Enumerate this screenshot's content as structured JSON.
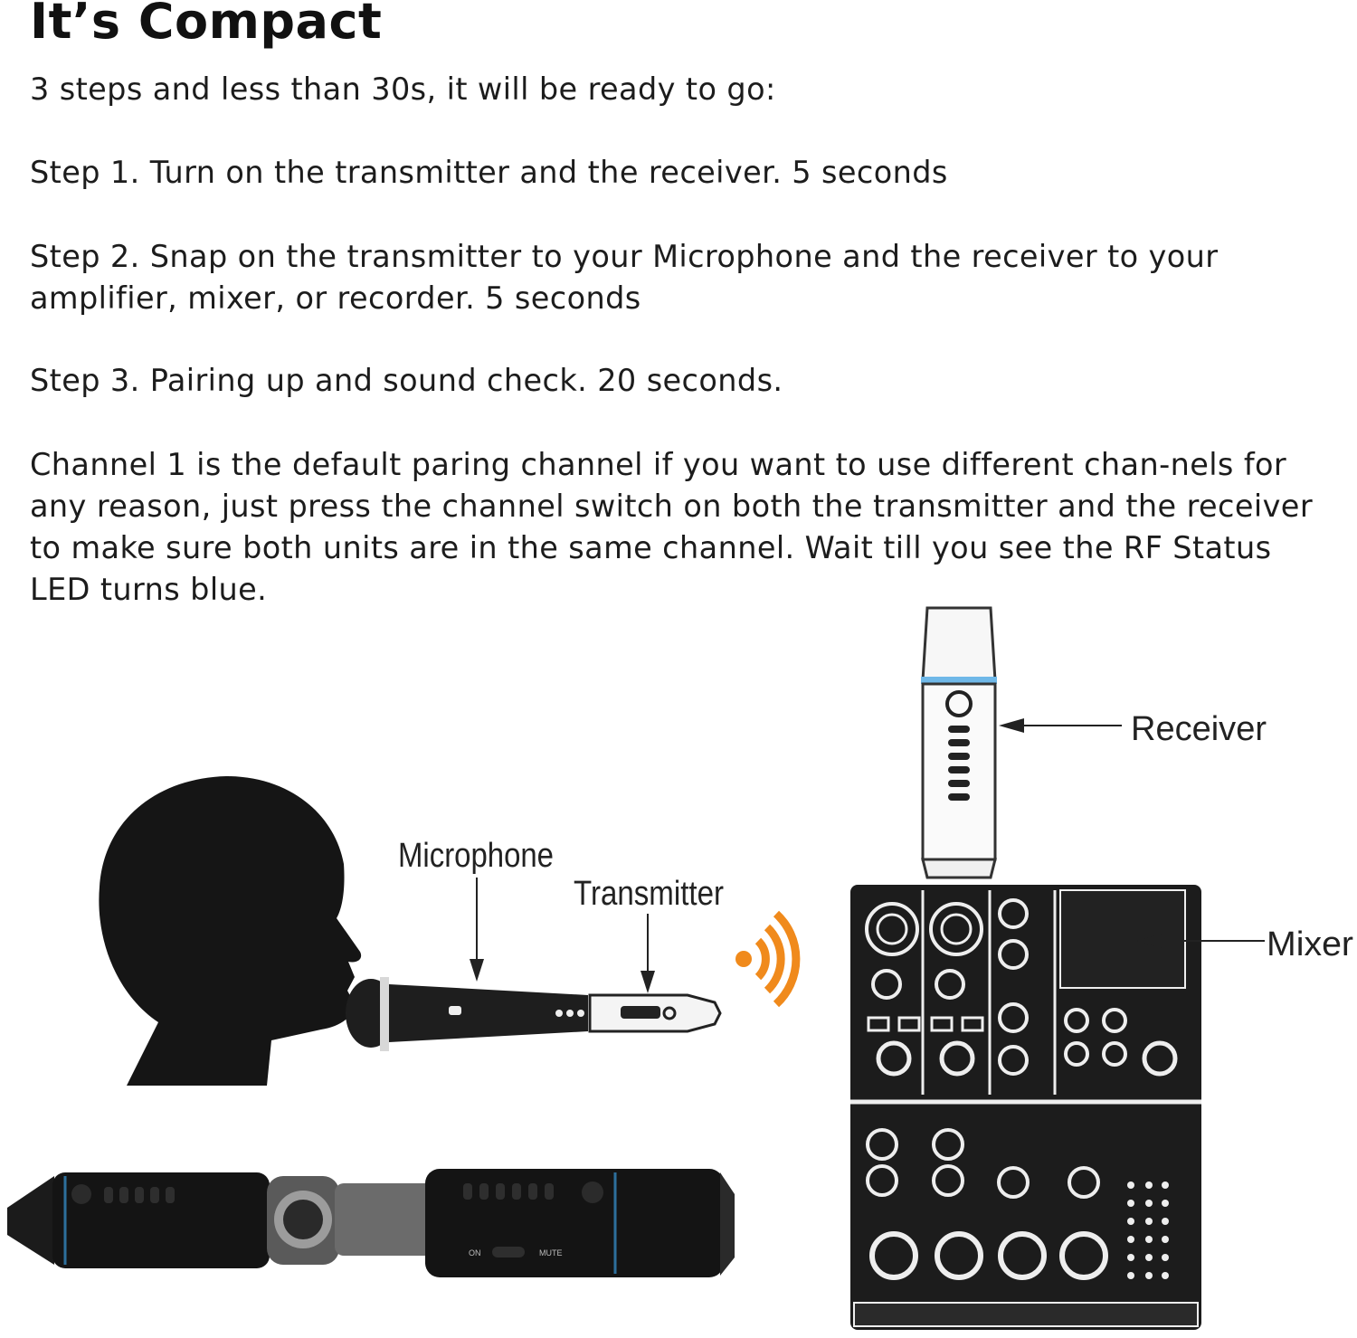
{
  "heading": "It’s Compact",
  "intro": "3 steps and less than 30s, it will be ready to go:",
  "steps": [
    "Step 1. Turn on the transmitter and the receiver. 5 seconds",
    "Step 2. Snap on the transmitter to your Microphone and the receiver to your amplifier, mixer, or recorder. 5 seconds",
    "Step 3. Pairing up and sound check. 20 seconds."
  ],
  "note": "Channel 1 is the default paring channel if you want to use different chan-nels for any reason, just press the channel switch on both the transmitter and the receiver to make sure both units are in the same channel. Wait till you see the RF Status LED turns blue.",
  "diagram_labels": {
    "receiver": "Receiver",
    "microphone": "Microphone",
    "transmitter": "Transmitter",
    "mixer": "Mixer"
  },
  "device_markings": {
    "on": "ON",
    "mute": "MUTE"
  },
  "colors": {
    "wireless_signal": "#f08a1c",
    "led_blue": "#6fb8e8",
    "silhouette": "#151515"
  }
}
